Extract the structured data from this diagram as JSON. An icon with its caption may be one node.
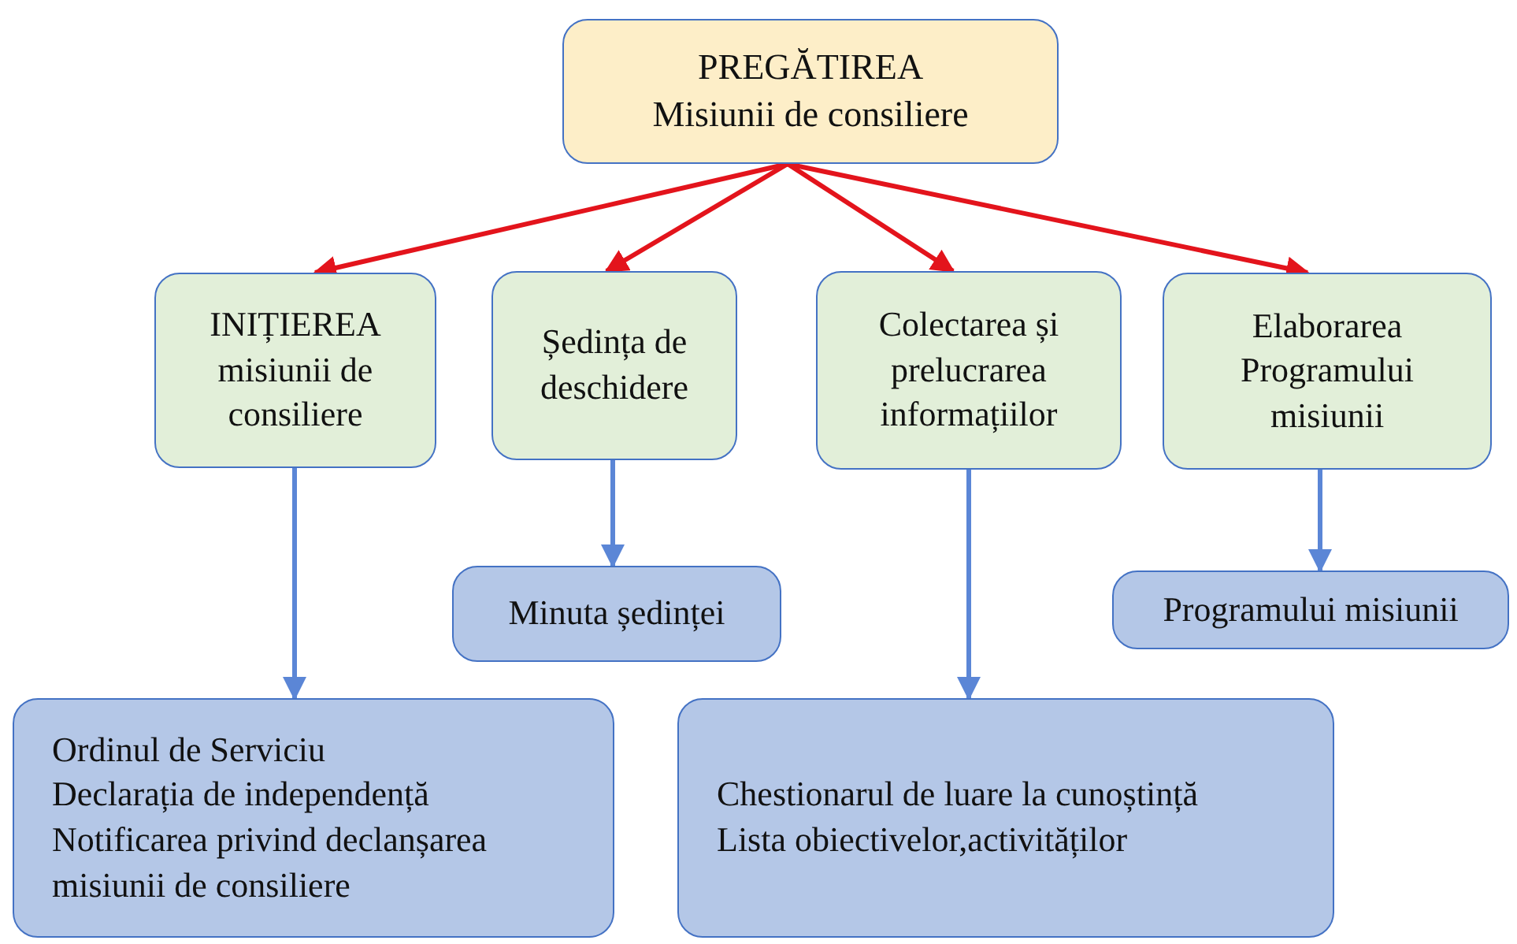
{
  "diagram": {
    "nodes": [
      {
        "text": [
          "PREGĂTIREA",
          "Misiunii de consiliere"
        ]
      },
      {
        "text": [
          "INIȚIEREA misiunii de consiliere"
        ]
      },
      {
        "text": [
          "Ședința de deschidere"
        ]
      },
      {
        "text": [
          "Colectarea și prelucrarea informațiilor"
        ]
      },
      {
        "text": [
          "Elaborarea Programului misiunii"
        ]
      },
      {
        "text": [
          "Minuta ședinței"
        ]
      },
      {
        "text": [
          "Programului misiunii"
        ]
      },
      {
        "text": [
          "Ordinul de Serviciu",
          "Declarația de independență",
          "Notificarea privind declanșarea misiunii de consiliere"
        ]
      },
      {
        "text": [
          "Chestionarul de luare la cunoștință",
          "Lista obiectivelor,activităților"
        ]
      }
    ],
    "edges": [
      {
        "from": 0,
        "to": 1,
        "arrow": "to",
        "color": "#e3141c"
      },
      {
        "from": 0,
        "to": 2,
        "arrow": "to",
        "color": "#e3141c"
      },
      {
        "from": 0,
        "to": 3,
        "arrow": "to",
        "color": "#e3141c"
      },
      {
        "from": 0,
        "to": 4,
        "arrow": "to",
        "color": "#e3141c"
      },
      {
        "from": 1,
        "to": 7,
        "arrow": "to",
        "color": "#5b86d6"
      },
      {
        "from": 2,
        "to": 5,
        "arrow": "to",
        "color": "#5b86d6"
      },
      {
        "from": 3,
        "to": 8,
        "arrow": "to",
        "color": "#5b86d6"
      },
      {
        "from": 4,
        "to": 6,
        "arrow": "to",
        "color": "#5b86d6"
      }
    ]
  }
}
